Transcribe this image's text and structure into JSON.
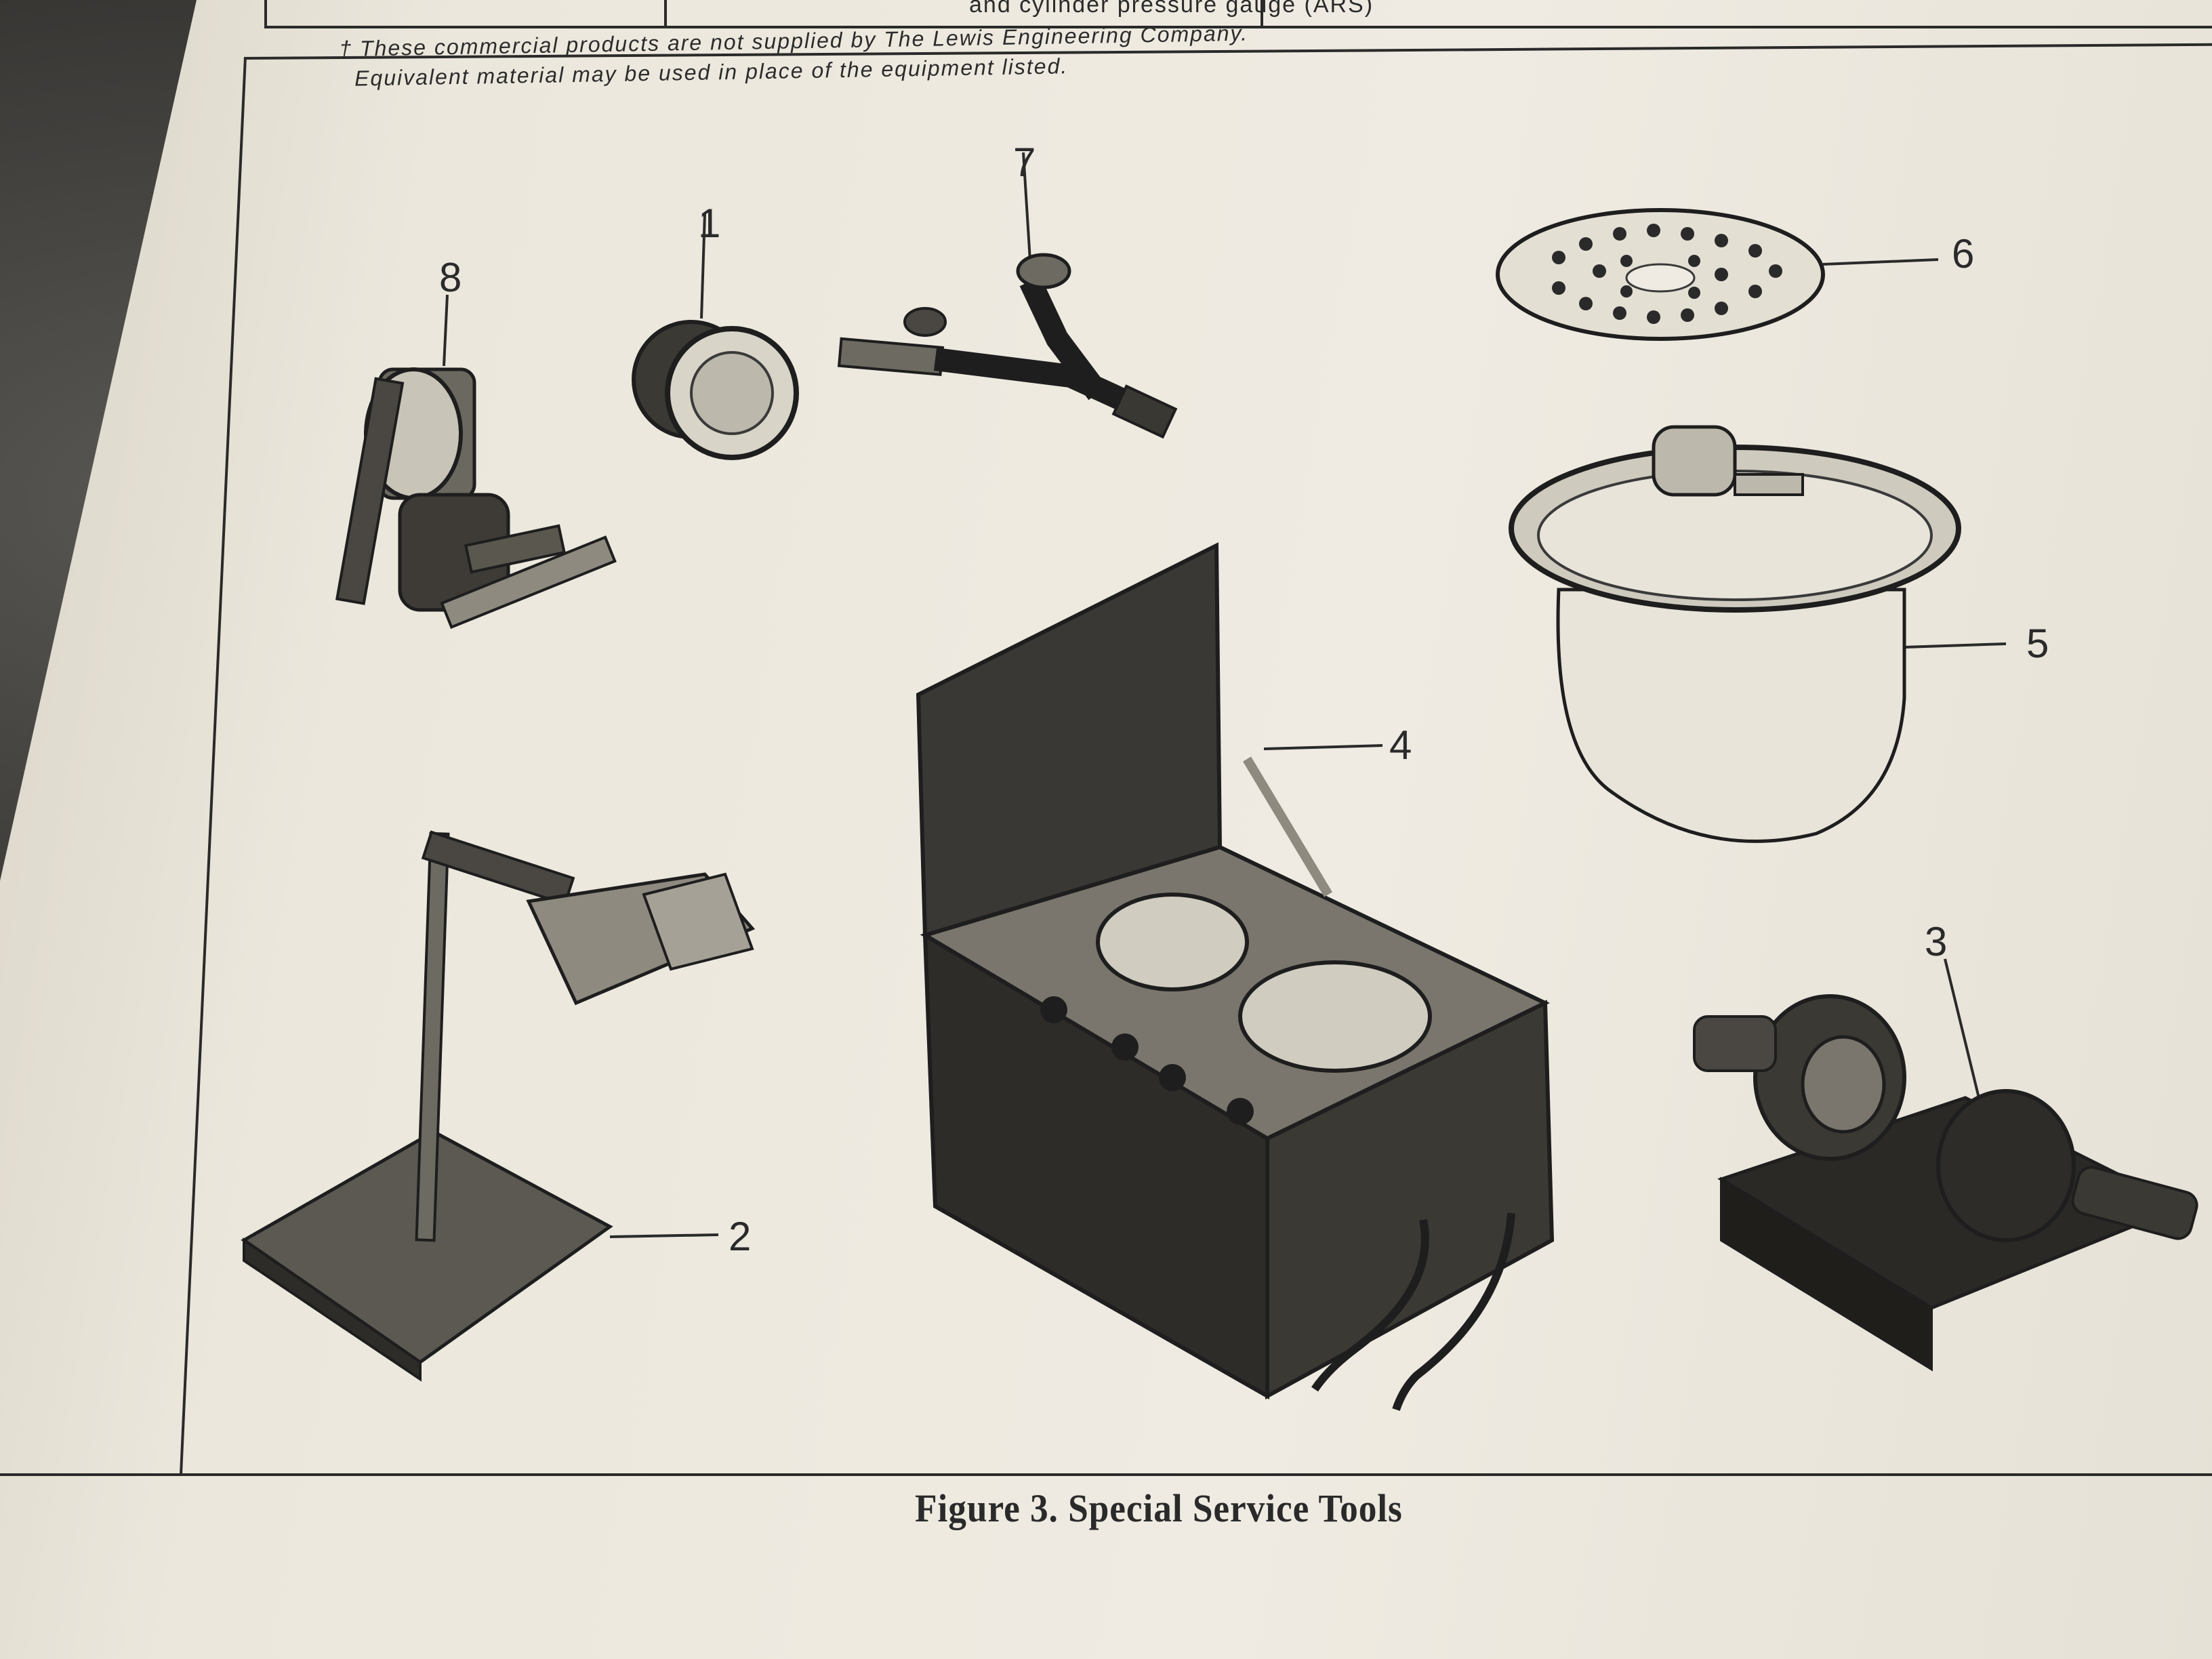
{
  "table_fragment": {
    "text": "and cylinder pressure gauge (ARS)"
  },
  "footnote": {
    "line1": "† These commercial products are not supplied by The Lewis Engineering Company.",
    "line2": "Equivalent material may be used in place of the equipment listed."
  },
  "figure": {
    "caption": "Figure 3.  Special Service Tools",
    "callouts": [
      "1",
      "2",
      "3",
      "4",
      "5",
      "6",
      "7",
      "8"
    ]
  },
  "colors": {
    "ink": "#2a2a2a",
    "paper": "#efebe2",
    "desk": "#2e2d2b"
  }
}
